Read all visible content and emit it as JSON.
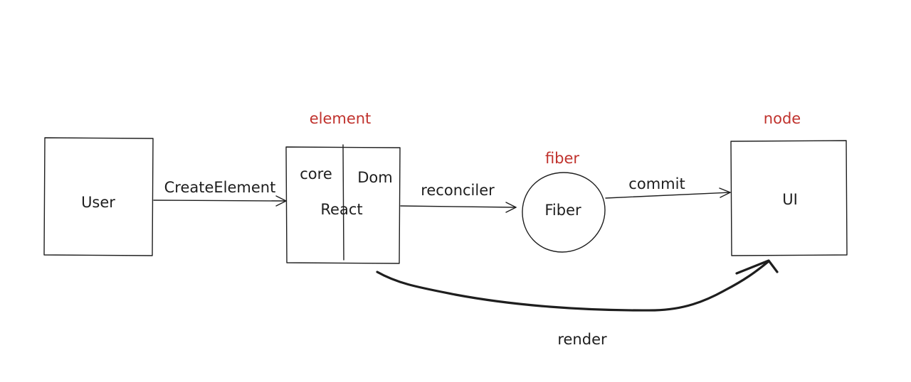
{
  "diagram": {
    "nodes": {
      "user": {
        "label": "User"
      },
      "react": {
        "label": "React",
        "left_label": "core",
        "right_label": "Dom",
        "annotation": "element"
      },
      "fiber": {
        "label": "Fiber",
        "annotation": "fiber"
      },
      "ui": {
        "label": "UI",
        "annotation": "node"
      }
    },
    "edges": {
      "create_element": {
        "label": "CreateElement"
      },
      "reconciler": {
        "label": "reconciler"
      },
      "commit": {
        "label": "commit"
      },
      "render": {
        "label": "render"
      }
    },
    "colors": {
      "ink": "#1e1e1e",
      "annotation": "#c0322d",
      "background": "#ffffff"
    }
  }
}
